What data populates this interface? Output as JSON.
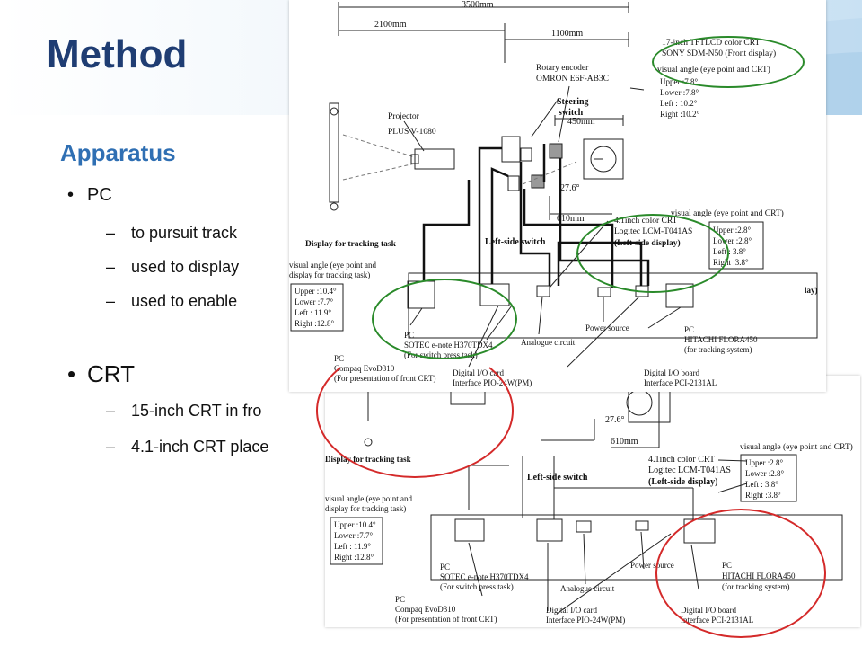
{
  "slide": {
    "title": "Method",
    "subheading": "Apparatus",
    "bullets": [
      {
        "text": "PC",
        "subitems": [
          "to pursuit track",
          "used to display",
          "used to enable"
        ]
      },
      {
        "text": "CRT",
        "subitems": [
          "15-inch CRT in fro",
          "4.1-inch CRT place"
        ]
      }
    ]
  },
  "top_diagram": {
    "dim_total": "3500mm",
    "dim_left": "2100mm",
    "dim_right": "1100mm",
    "front_display": {
      "l1": "17-inch TFTLCD color CRT",
      "l2": "SONY SDM-N50 (Front display)"
    },
    "front_va": {
      "title": "visual  angle (eye point and CRT)",
      "upper": "Upper :7.8°",
      "lower": "Lower :7.8°",
      "left": "Left  : 10.2°",
      "right": "Right :10.2°"
    },
    "rotary": {
      "l1": "Rotary encoder",
      "l2": "OMRON E6F-AB3C"
    },
    "steering": {
      "l1": "Steering",
      "l2": "switch"
    },
    "dim_450": "450mm",
    "dim_610": "610mm",
    "angle": "27.6°",
    "projector": {
      "l1": "Projector",
      "l2": "PLUS V-1080"
    },
    "tracking_display": "Display for tracking task",
    "left_switch": "Left-side switch",
    "left_display": {
      "l1": "4.1inch color CRT",
      "l2": "Logitec LCM-T041AS",
      "l3": "(Left-side display)"
    },
    "left_va": {
      "title": "visual  angle (eye point and CRT)",
      "upper": "Upper :2.8°",
      "lower": "Lower :2.8°",
      "left": "Left  : 3.8°",
      "right": "Right :3.8°"
    },
    "track_va": {
      "l1": "visual  angle (eye point and",
      "l2": "display for tracking task)",
      "upper": "Upper :10.4°",
      "lower": "Lower :7.7°",
      "left": "Left  : 11.9°",
      "right": "Right :12.8°"
    },
    "pc_sotec": {
      "l1": "PC",
      "l2": "SOTEC e-note H370TDX4",
      "l3": "(For switch press task)"
    },
    "pc_compaq": {
      "l1": "PC",
      "l2": "Compaq EvoD310",
      "l3": "(For presentation of front CRT)"
    },
    "analogue": "Analogue circuit",
    "power": "Power source",
    "pc_hitachi": {
      "l1": "PC",
      "l2": "HITACHI FLORA450",
      "l3": "(for tracking system)"
    },
    "dio_card": {
      "l1": "Digital I/O card",
      "l2": "Interface PIO-24W(PM)"
    },
    "dio_board": {
      "l1": "Digital I/O board",
      "l2": "Interface PCI-2131AL"
    },
    "edge_text": "lay)"
  },
  "bottom_diagram": {
    "angle": "27.6°",
    "dim_610": "610mm",
    "tracking_display": "Display for tracking task",
    "left_switch": "Left-side switch",
    "left_display": {
      "l1": "4.1inch color CRT",
      "l2": "Logitec LCM-T041AS",
      "l3": "(Left-side display)"
    },
    "left_va": {
      "title": "visual  angle (eye point and CRT)",
      "upper": "Upper :2.8°",
      "lower": "Lower :2.8°",
      "left": "Left  : 3.8°",
      "right": "Right :3.8°"
    },
    "track_va": {
      "l1": "visual  angle (eye point and",
      "l2": "display for tracking task)",
      "upper": "Upper :10.4°",
      "lower": "Lower :7.7°",
      "left": "Left  : 11.9°",
      "right": "Right :12.8°"
    },
    "pc_sotec": {
      "l1": "PC",
      "l2": "SOTEC e-note H370TDX4",
      "l3": "(For switch press task)"
    },
    "pc_compaq": {
      "l1": "PC",
      "l2": "Compaq EvoD310",
      "l3": "(For presentation of front CRT)"
    },
    "analogue": "Analogue circuit",
    "power": "Power source",
    "pc_hitachi": {
      "l1": "PC",
      "l2": "HITACHI FLORA450",
      "l3": "(for tracking system)"
    },
    "dio_card": {
      "l1": "Digital I/O card",
      "l2": "Interface PIO-24W(PM)"
    },
    "dio_board": {
      "l1": "Digital I/O board",
      "l2": "Interface PCI-2131AL"
    }
  },
  "colors": {
    "title": "#1f3d73",
    "subheading": "#2f6fb3",
    "green_ring": "#2a8a2a",
    "red_ring": "#d42a2a"
  }
}
